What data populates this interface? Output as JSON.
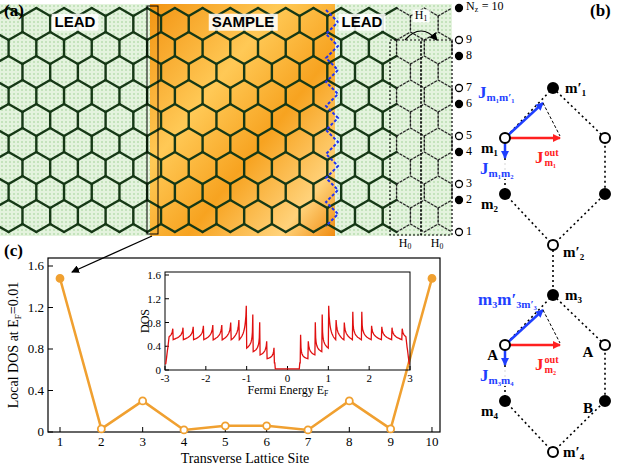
{
  "diagram": {
    "labels": [
      "(a)",
      "LEAD",
      "SAMPLE",
      "LEAD",
      "H",
      "1",
      "N",
      "z",
      "= 10",
      "9",
      "8",
      "7",
      "6",
      "5",
      "4",
      "3",
      "2",
      "1",
      "H",
      "0",
      "H",
      "0",
      "(b)",
      "J",
      "m₁m′₁",
      "m′₁",
      "m₁",
      "J",
      "m₁m₂",
      "J",
      "out",
      "m₁",
      "m₂",
      "m′₂",
      "J",
      "m₃m′₃",
      "m′₃",
      "m₃",
      "A",
      "J",
      "m₃m₄",
      "J",
      "out",
      "m₂",
      "m₄",
      "B",
      "m′₄",
      "(c)",
      "Local DOS at E",
      "F",
      "=0.01",
      "Transverse Lattice Site",
      "1",
      "2",
      "3",
      "4",
      "5",
      "6",
      "7",
      "8",
      "9",
      "10",
      "0",
      "0.4",
      "0.8",
      "1.2",
      "1.6",
      "DOS",
      "Fermi Energy E",
      "F",
      "-3",
      "-2",
      "-1",
      "0",
      "1",
      "2",
      "3",
      "0",
      "0.4",
      "0.8",
      "1.2",
      "1.6"
    ]
  }
}
